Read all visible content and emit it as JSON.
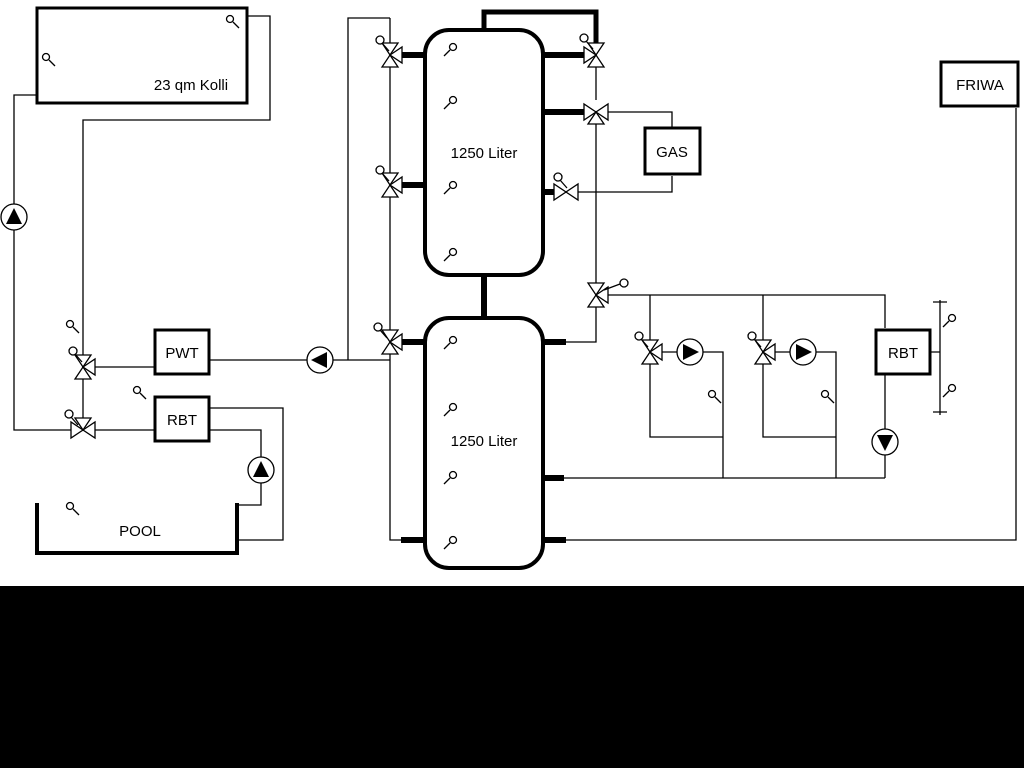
{
  "diagram": {
    "type": "hydraulic-scheme",
    "background": "#ffffff",
    "band_color": "#000000",
    "line_color": "#000000",
    "labels": {
      "collector": "23 qm Kolli",
      "tank_top": "1250 Liter",
      "tank_bottom": "1250 Liter",
      "gas": "GAS",
      "friwa": "FRIWA",
      "pwt": "PWT",
      "rbt_left": "RBT",
      "rbt_right": "RBT",
      "pool": "POOL"
    },
    "components": {
      "boxes": [
        "solar-collector",
        "buffer-tank-top",
        "buffer-tank-bottom",
        "gas-boiler",
        "fresh-water-station",
        "plate-heat-exchanger",
        "return-temp-left",
        "return-temp-right",
        "pool-basin"
      ],
      "icons": [
        "pump-icon",
        "three-way-valve-icon",
        "two-way-valve-icon",
        "temperature-sensor-icon",
        "heater-element-icon"
      ]
    }
  }
}
